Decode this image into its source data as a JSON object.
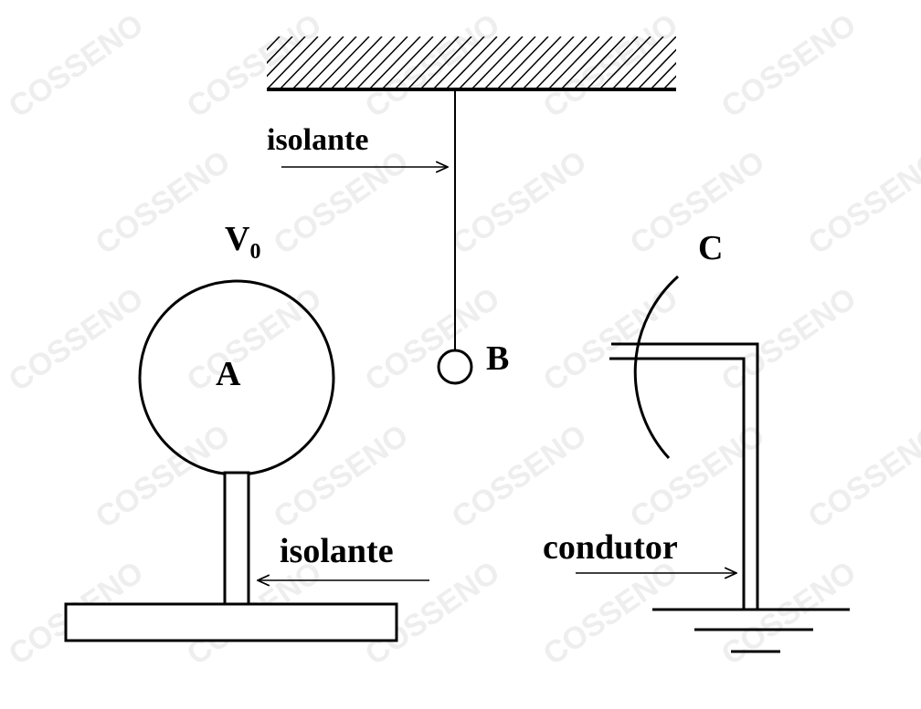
{
  "labels": {
    "top_isolante": "isolante",
    "potential_main": "V",
    "potential_sub": "0",
    "sphere_a": "A",
    "sphere_b": "B",
    "shell_c": "C",
    "bottom_isolante": "isolante",
    "condutor": "condutor"
  },
  "watermark": {
    "text": "COSSENO",
    "color": "#eeeeee"
  }
}
